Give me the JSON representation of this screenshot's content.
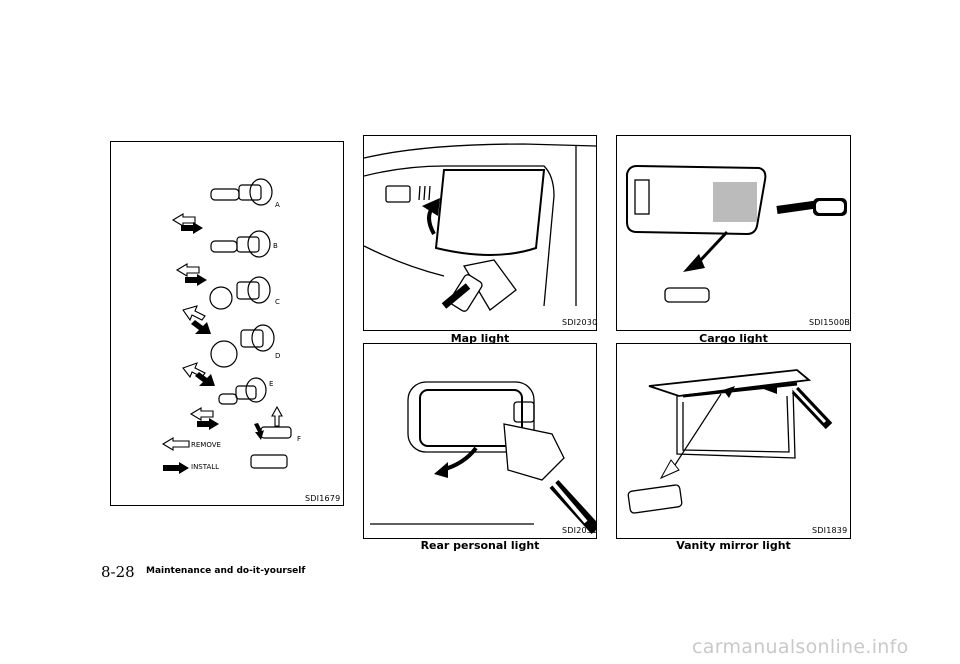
{
  "panels": {
    "bulbs": {
      "code": "SDI1679",
      "letters": [
        "A",
        "B",
        "C",
        "D",
        "E",
        "F"
      ],
      "legend": {
        "remove": "REMOVE",
        "install": "INSTALL"
      }
    },
    "map_light": {
      "code": "SDI2030",
      "caption": "Map light"
    },
    "rear_personal": {
      "code": "SDI2031",
      "caption": "Rear personal light"
    },
    "cargo": {
      "code": "SDI1500B",
      "caption": "Cargo light"
    },
    "vanity": {
      "code": "SDI1839",
      "caption": "Vanity mirror light"
    }
  },
  "footer": {
    "page_number": "8-28",
    "section": "Maintenance and do-it-yourself"
  },
  "watermark": "carmanualsonline.info"
}
